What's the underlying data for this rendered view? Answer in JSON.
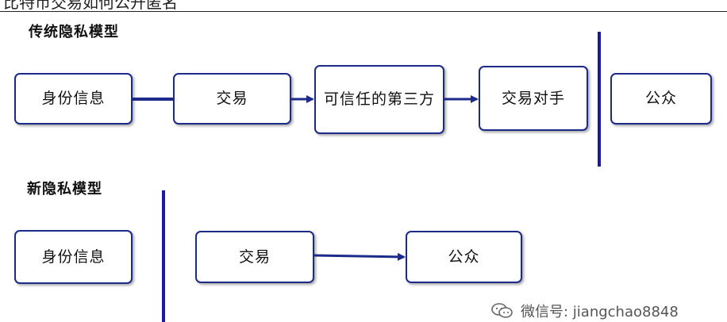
{
  "header": {
    "caption": "比特币交易如何公开匿名"
  },
  "traditional": {
    "title": "传统隐私模型",
    "boxes": [
      "身份信息",
      "交易",
      "可信任的第三方",
      "交易对手",
      "公众"
    ]
  },
  "new_model": {
    "title": "新隐私模型",
    "boxes": [
      "身份信息",
      "交易",
      "公众"
    ]
  },
  "watermark": {
    "text": "微信号: jiangchao8848"
  },
  "colors": {
    "accent": "#1c2a8a",
    "divider": "#1a1aa0"
  }
}
